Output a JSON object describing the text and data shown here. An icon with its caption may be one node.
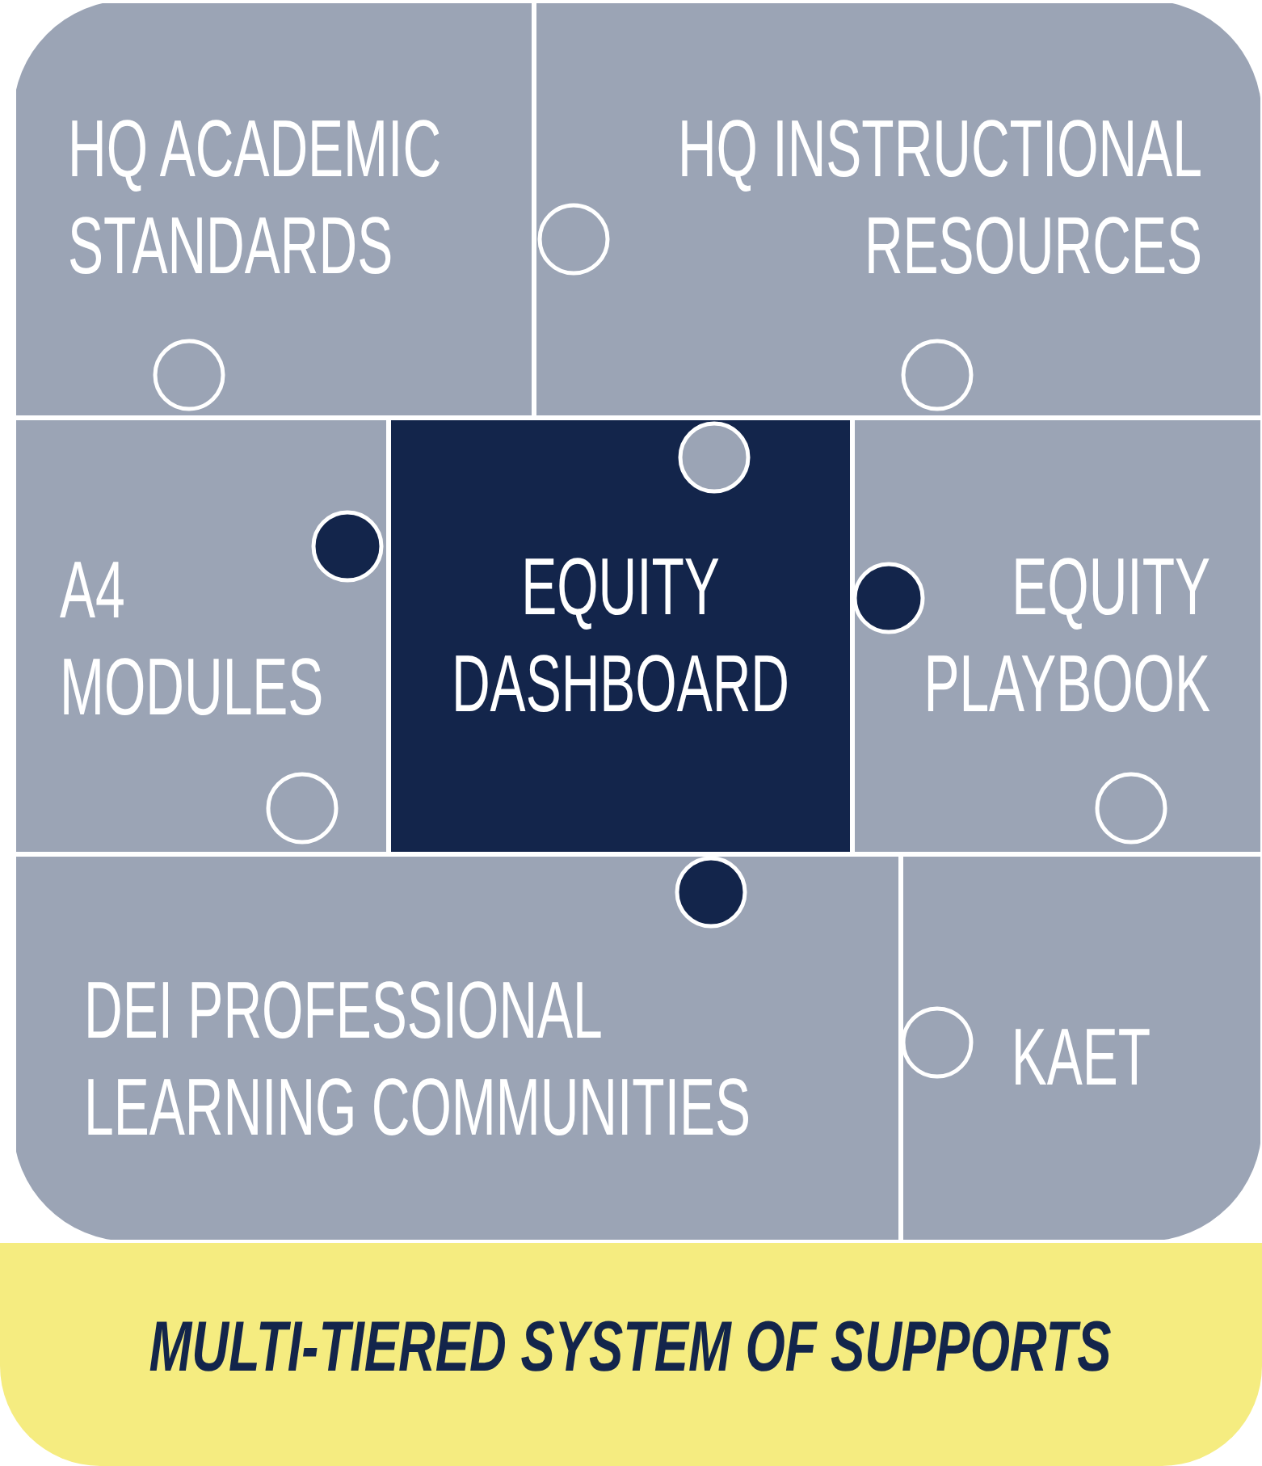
{
  "diagram": {
    "nodes": [
      {
        "text": [
          "HQ ACADEMIC STANDARDS"
        ]
      },
      {
        "text": [
          "HQ INSTRUCTIONAL RESOURCES"
        ]
      },
      {
        "text": [
          "A4 MODULES"
        ]
      },
      {
        "text": [
          "EQUITY DASHBOARD"
        ]
      },
      {
        "text": [
          "EQUITY PLAYBOOK"
        ]
      },
      {
        "text": [
          "DEI PROFESSIONAL LEARNING COMMUNITIES"
        ]
      },
      {
        "text": [
          "KAET"
        ]
      },
      {
        "text": [
          "MULTI-TIERED SYSTEM OF SUPPORTS"
        ]
      }
    ]
  }
}
